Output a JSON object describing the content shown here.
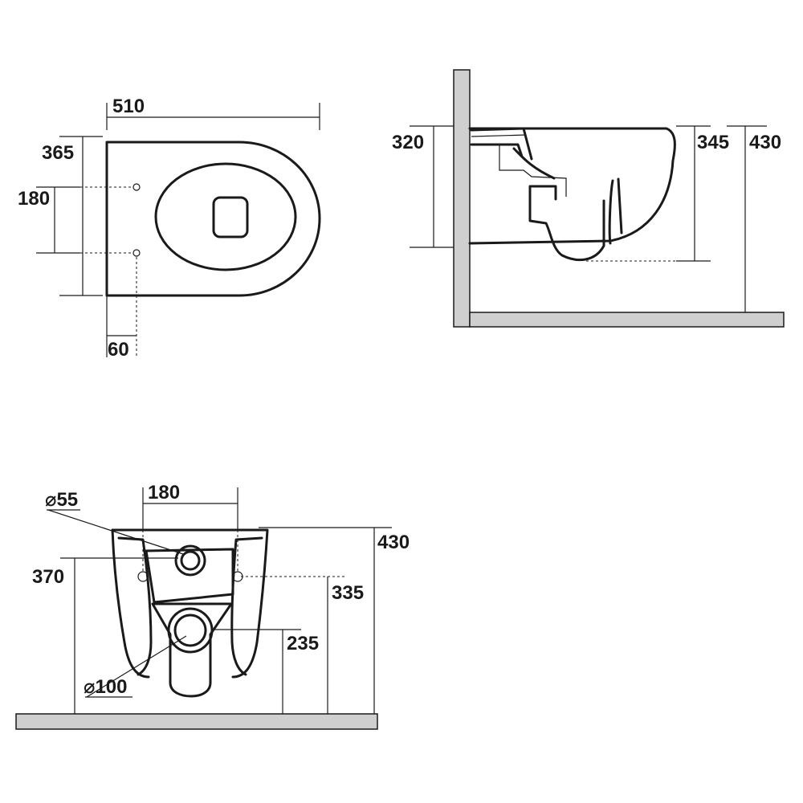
{
  "top_view": {
    "width_label": "510",
    "depth_label": "365",
    "fixing_spacing_label": "180",
    "fixing_offset_label": "60"
  },
  "side_view": {
    "height_320_label": "320",
    "height_345_label": "345",
    "height_430_label": "430"
  },
  "rear_view": {
    "fixing_spacing_label": "180",
    "inlet_diameter_label": "⌀55",
    "outlet_diameter_label": "⌀100",
    "inlet_height_label": "370",
    "fixing_height_label": "335",
    "outlet_height_label": "235",
    "total_height_label": "430"
  }
}
